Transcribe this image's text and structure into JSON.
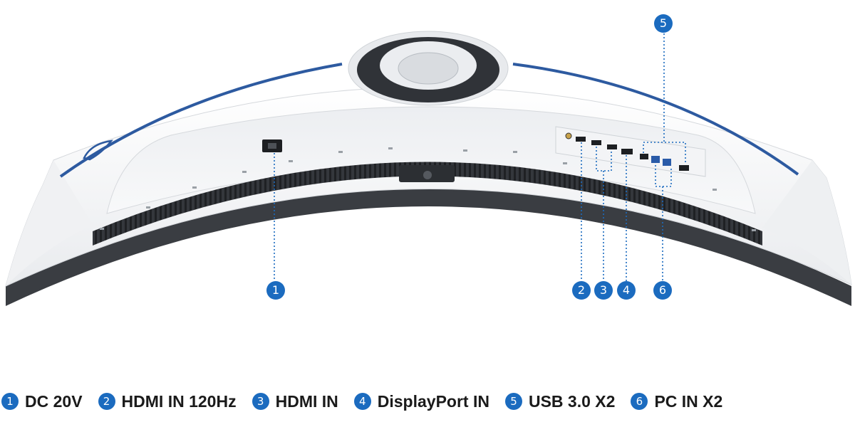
{
  "markers": [
    {
      "num": "1",
      "label": "DC 20V"
    },
    {
      "num": "2",
      "label": "HDMI IN 120Hz"
    },
    {
      "num": "3",
      "label": "HDMI IN"
    },
    {
      "num": "4",
      "label": "DisplayPort IN"
    },
    {
      "num": "5",
      "label": "USB 3.0 X2"
    },
    {
      "num": "6",
      "label": "PC IN X2"
    }
  ],
  "colors": {
    "marker_blue": "#1b6bbf",
    "monitor_shell": "#f4f5f7",
    "vent_dark": "#2a2d31",
    "accent_stripe": "#2d5aa0"
  }
}
